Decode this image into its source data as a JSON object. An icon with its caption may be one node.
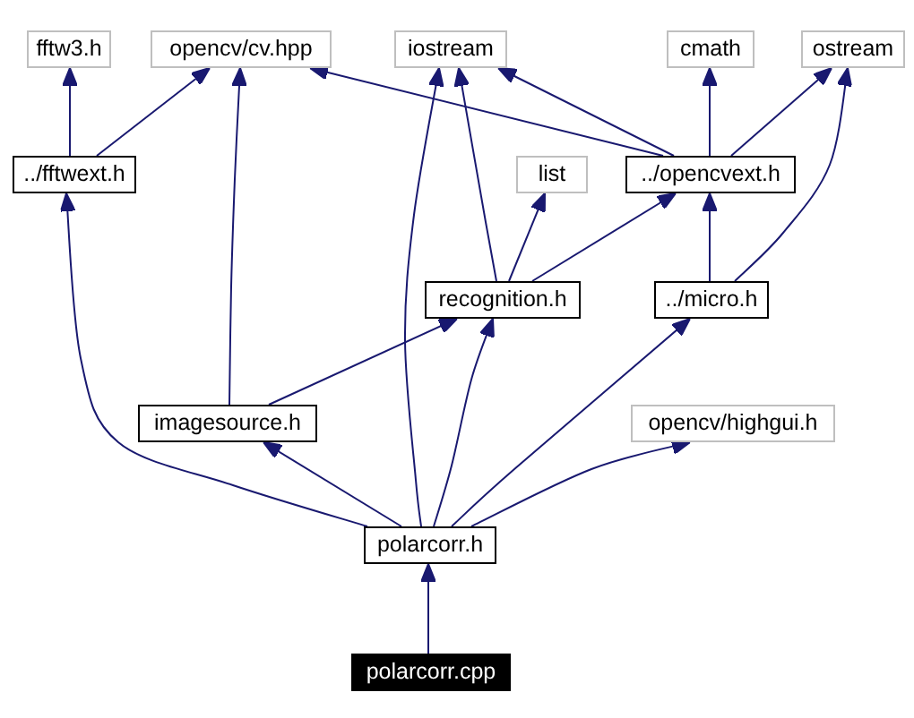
{
  "diagram": {
    "nodes": [
      {
        "text": [
          "fftw3.h"
        ]
      },
      {
        "text": [
          "opencv/cv.hpp"
        ]
      },
      {
        "text": [
          "iostream"
        ]
      },
      {
        "text": [
          "cmath"
        ]
      },
      {
        "text": [
          "ostream"
        ]
      },
      {
        "text": [
          "../fftwext.h"
        ]
      },
      {
        "text": [
          "list"
        ]
      },
      {
        "text": [
          "../opencvext.h"
        ]
      },
      {
        "text": [
          "recognition.h"
        ]
      },
      {
        "text": [
          "../micro.h"
        ]
      },
      {
        "text": [
          "imagesource.h"
        ]
      },
      {
        "text": [
          "opencv/highgui.h"
        ]
      },
      {
        "text": [
          "polarcorr.h"
        ]
      },
      {
        "text": [
          "polarcorr.cpp"
        ]
      }
    ],
    "edges": [
      {
        "from": 5,
        "to": 0,
        "arrow": "to"
      },
      {
        "from": 5,
        "to": 1,
        "arrow": "to"
      },
      {
        "from": 7,
        "to": 1,
        "arrow": "to"
      },
      {
        "from": 7,
        "to": 2,
        "arrow": "to"
      },
      {
        "from": 7,
        "to": 3,
        "arrow": "to"
      },
      {
        "from": 7,
        "to": 4,
        "arrow": "to"
      },
      {
        "from": 8,
        "to": 2,
        "arrow": "to"
      },
      {
        "from": 8,
        "to": 6,
        "arrow": "to"
      },
      {
        "from": 8,
        "to": 7,
        "arrow": "to"
      },
      {
        "from": 9,
        "to": 7,
        "arrow": "to"
      },
      {
        "from": 9,
        "to": 4,
        "arrow": "to"
      },
      {
        "from": 10,
        "to": 1,
        "arrow": "to"
      },
      {
        "from": 10,
        "to": 8,
        "arrow": "to"
      },
      {
        "from": 12,
        "to": 5,
        "arrow": "to"
      },
      {
        "from": 12,
        "to": 10,
        "arrow": "to"
      },
      {
        "from": 12,
        "to": 2,
        "arrow": "to"
      },
      {
        "from": 12,
        "to": 8,
        "arrow": "to"
      },
      {
        "from": 12,
        "to": 9,
        "arrow": "to"
      },
      {
        "from": 12,
        "to": 11,
        "arrow": "to"
      },
      {
        "from": 13,
        "to": 12,
        "arrow": "to"
      }
    ]
  }
}
